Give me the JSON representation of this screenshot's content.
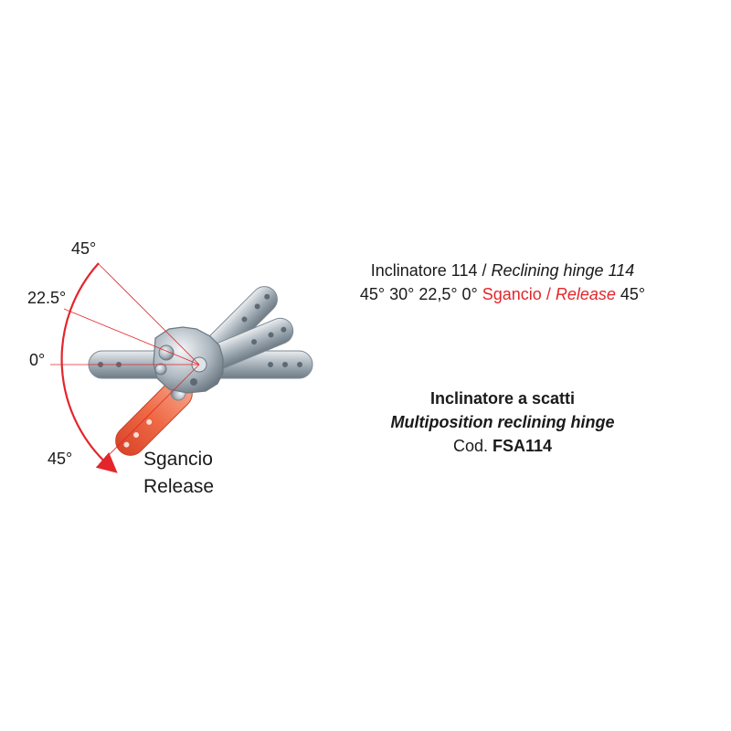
{
  "diagram": {
    "angle_labels": {
      "top": "45°",
      "mid": "22.5°",
      "zero": "0°",
      "bottom": "45°"
    },
    "release_label": {
      "line1": "Sgancio",
      "line2": "Release"
    }
  },
  "heading": {
    "line1_prefix": "Inclinatore 114 / ",
    "line1_italic": "Reclining hinge 114",
    "line2_prefix": "45° 30° 22,5° 0° ",
    "line2_red": "Sgancio / ",
    "line2_red_italic": "Release",
    "line2_suffix": " 45°"
  },
  "product": {
    "title": "Inclinatore a scatti",
    "subtitle": "Multiposition reclining hinge",
    "code_prefix": "Cod. ",
    "code": "FSA114"
  },
  "colors": {
    "accent_red": "#e3262b",
    "steel": "#9aa5ae",
    "release_arm": "#ef5a3a"
  }
}
